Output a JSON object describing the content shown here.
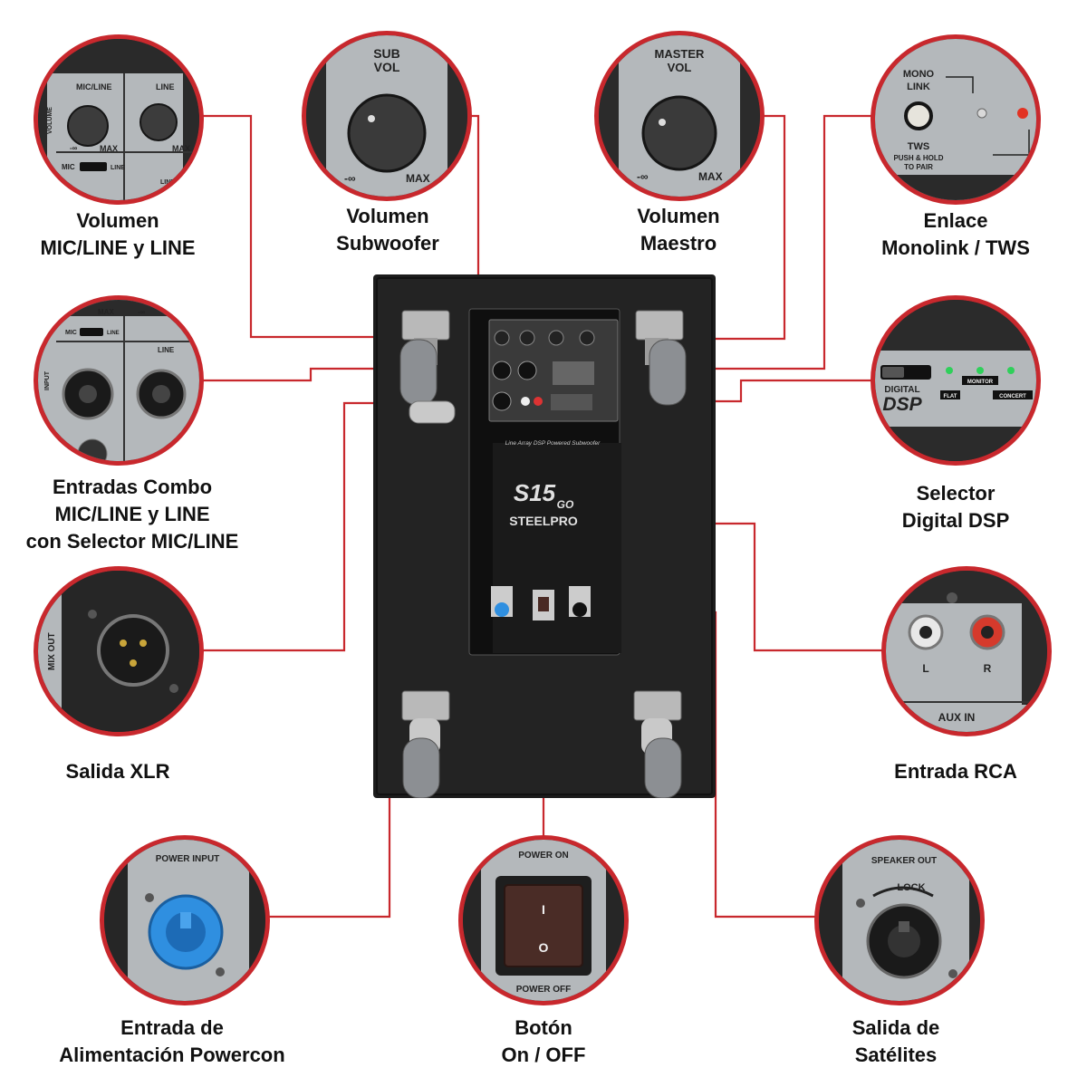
{
  "callouts": {
    "mic_line_volume": {
      "caption": [
        "Volumen",
        "MIC/LINE y LINE"
      ],
      "panel": {
        "volume": "VOLUME",
        "mic_line": "MIC/LINE",
        "line": "LINE",
        "inf": "-∞",
        "max": "MAX",
        "mic": "MIC",
        "line_small": "LINE"
      }
    },
    "sub_volume": {
      "caption": [
        "Volumen",
        "Subwoofer"
      ],
      "panel": {
        "sub": "SUB",
        "vol": "VOL",
        "inf": "-∞",
        "max": "MAX"
      }
    },
    "master_volume": {
      "caption": [
        "Volumen",
        "Maestro"
      ],
      "panel": {
        "master": "MASTER",
        "vol": "VOL",
        "inf": "-∞",
        "max": "MAX"
      }
    },
    "monolink": {
      "caption": [
        "Enlace",
        "Monolink / TWS"
      ],
      "panel": {
        "mono": "MONO",
        "link": "LINK",
        "tws": "TWS",
        "push": "PUSH & HOLD",
        "pair": "TO PAIR"
      }
    },
    "combo_inputs": {
      "caption": [
        "Entradas Combo",
        "MIC/LINE y LINE",
        "con Selector MIC/LINE"
      ],
      "panel": {
        "input": "INPUT",
        "inf": "-∞",
        "max": "MAX",
        "mic": "MIC",
        "line_small": "LINE",
        "line": "LINE"
      }
    },
    "digital_dsp": {
      "caption": [
        "Selector",
        "Digital DSP"
      ],
      "panel": {
        "digital": "DIGITAL",
        "dsp": "DSP",
        "flat": "FLAT",
        "monitor": "MONITOR",
        "concert": "CONCERT"
      }
    },
    "xlr_out": {
      "caption": [
        "Salida XLR"
      ],
      "panel": {
        "mix_out": "MIX OUT"
      }
    },
    "rca_in": {
      "caption": [
        "Entrada RCA"
      ],
      "panel": {
        "l": "L",
        "r": "R",
        "aux_in": "AUX IN"
      }
    },
    "power_input": {
      "caption": [
        "Entrada de",
        "Alimentación Powercon"
      ],
      "panel": {
        "label": "POWER INPUT"
      }
    },
    "power_switch": {
      "caption": [
        "Botón",
        "On / OFF"
      ],
      "panel": {
        "on": "POWER ON",
        "off": "POWER OFF",
        "i": "I",
        "o": "O"
      }
    },
    "speaker_out": {
      "caption": [
        "Salida de",
        "Satélites"
      ],
      "panel": {
        "label": "SPEAKER OUT",
        "lock": "LOCK"
      }
    }
  },
  "speaker": {
    "subtitle": "Line Array DSP Powered Subwoofer",
    "model": "S15",
    "model_suffix": "GO",
    "brand": "STEELPRO"
  },
  "colors": {
    "accent": "#c8282d",
    "cabinet": "#1c1c1c",
    "panel_light": "#b4b8bb",
    "powercon": "#2f8fe0"
  }
}
